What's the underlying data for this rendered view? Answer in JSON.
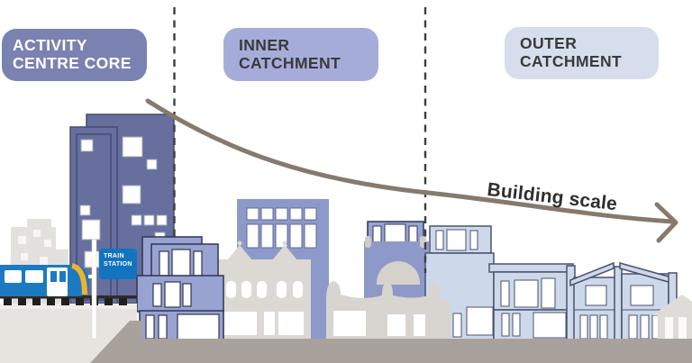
{
  "zones": [
    {
      "id": "activity-centre-core",
      "label": [
        "ACTIVITY",
        "CENTRE CORE"
      ],
      "pill_color": "#7a82b1",
      "text_color": "#ffffff"
    },
    {
      "id": "inner-catchment",
      "label": [
        "INNER",
        "CATCHMENT"
      ],
      "pill_color": "#a6acda",
      "text_color": "#3a3a3a"
    },
    {
      "id": "outer-catchment",
      "label": [
        "OUTER",
        "CATCHMENT"
      ],
      "pill_color": "#d6deee",
      "text_color": "#3a3a3a"
    }
  ],
  "arrow": {
    "label": "Building scale",
    "color": "#87796c",
    "label_color": "#2f2f2f"
  },
  "train_station_sign": {
    "lines": [
      "TRAIN",
      "STATION"
    ],
    "bg_color": "#1174bf",
    "text_color": "#ffffff"
  },
  "scene": {
    "colors": {
      "tower_purple": "#666f9d",
      "mid_purple": "#99a3d2",
      "grid_building_purple": "#8d99c9",
      "outer_pale_blue": "#cdd9ea",
      "heritage_grey": "#dcd9d4",
      "ground_grey": "#a9a29c",
      "platform_grey": "#e7e4df",
      "train_blue": "#1b7ac1",
      "train_stripe_yellow": "#f3b229",
      "divider_dash": "#3e3e3e"
    }
  }
}
